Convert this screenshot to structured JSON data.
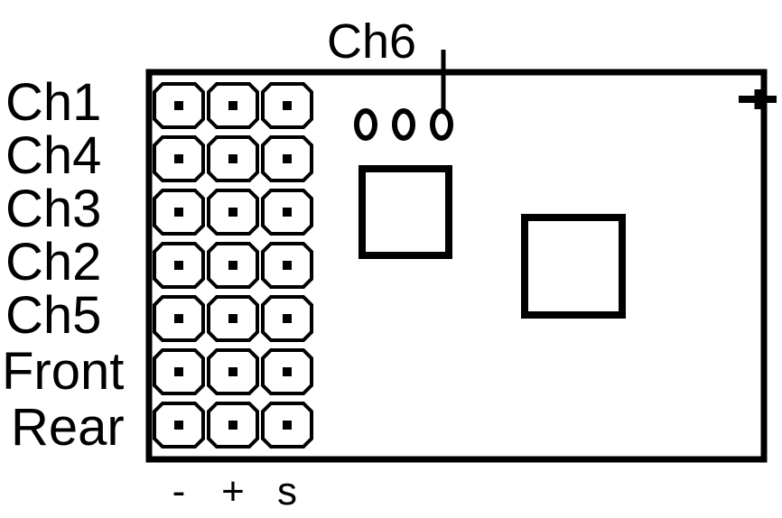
{
  "rows": [
    {
      "label": "Ch1"
    },
    {
      "label": "Ch4"
    },
    {
      "label": "Ch3"
    },
    {
      "label": "Ch2"
    },
    {
      "label": "Ch5"
    },
    {
      "label": "Front"
    },
    {
      "label": "Rear"
    }
  ],
  "columns": [
    {
      "label": "-"
    },
    {
      "label": "+"
    },
    {
      "label": "s"
    }
  ],
  "top_label": "Ch6",
  "plus_mark": "+",
  "colors": {
    "ink": "#000000",
    "background": "#ffffff"
  }
}
